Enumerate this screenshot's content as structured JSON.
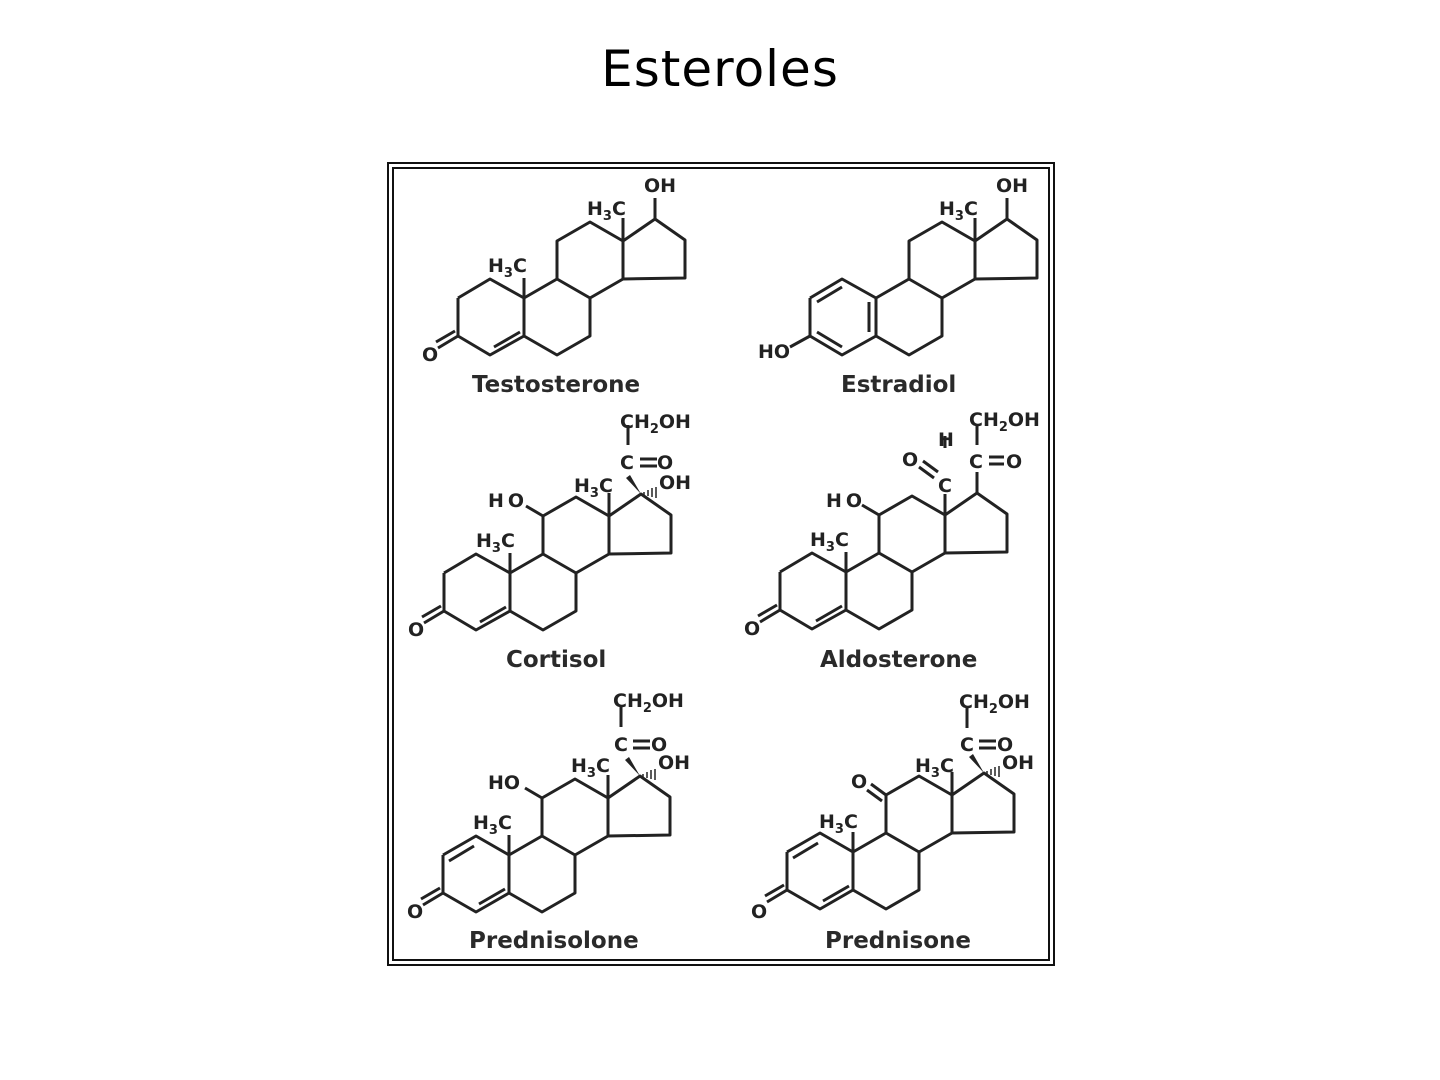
{
  "title": "Esteroles",
  "figure": {
    "molecules": [
      {
        "name": "Testosterone",
        "position": "row1-left",
        "substituents": [
          "3-oxo (O)",
          "C4=C5 double bond",
          "C10 H3C",
          "C13 H3C",
          "C17 OH"
        ]
      },
      {
        "name": "Estradiol",
        "position": "row1-right",
        "substituents": [
          "aromatic A ring",
          "C3 HO",
          "C13 H3C",
          "C17 OH"
        ]
      },
      {
        "name": "Cortisol",
        "position": "row2-left",
        "substituents": [
          "3-oxo (O)",
          "C4=C5 double bond",
          "C11 HO",
          "C10 H3C",
          "C13 H3C",
          "C17 OH",
          "C20 C=O",
          "C21 CH2OH"
        ]
      },
      {
        "name": "Aldosterone",
        "position": "row2-right",
        "substituents": [
          "3-oxo (O)",
          "C4=C5 double bond",
          "C11 HO",
          "C10 H3C",
          "C18 aldehyde H-C=O",
          "C20 C=O",
          "C21 CH2OH"
        ]
      },
      {
        "name": "Prednisolone",
        "position": "row3-left",
        "substituents": [
          "3-oxo (O)",
          "C1=C2 double bond",
          "C4=C5 double bond",
          "C11 HO",
          "C10 H3C",
          "C13 H3C",
          "C17 OH",
          "C20 C=O",
          "C21 CH2OH"
        ]
      },
      {
        "name": "Prednisone",
        "position": "row3-right",
        "substituents": [
          "3-oxo (O)",
          "C1=C2 double bond",
          "C4=C5 double bond",
          "C11 O (keto)",
          "C10 H3C",
          "C13 H3C",
          "C17 OH",
          "C20 C=O",
          "C21 CH2OH"
        ]
      }
    ],
    "labels": {
      "OH": "OH",
      "HO": "HO",
      "H3C_main": "H",
      "H3C_sub": "3",
      "H3C_tail": "C",
      "CH2OH_head": "CH",
      "CH2OH_sub": "2",
      "CH2OH_tail": "OH",
      "C": "C",
      "O": "O",
      "H": "H"
    },
    "names": {
      "testosterone": "Testosterone",
      "estradiol": "Estradiol",
      "cortisol": "Cortisol",
      "aldosterone": "Aldosterone",
      "prednisolone": "Prednisolone",
      "prednisone": "Prednisone"
    }
  }
}
